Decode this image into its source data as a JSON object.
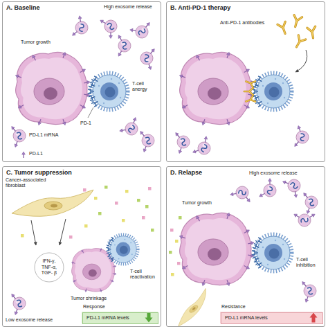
{
  "diagram": {
    "nodes": [
      {
        "text": [
          "A. Baseline"
        ]
      },
      {
        "text": [
          "B. Anti-PD-1 therapy"
        ]
      },
      {
        "text": [
          "C. Tumor suppression"
        ]
      },
      {
        "text": [
          "IFN-γ, TNF-α, TGF- β"
        ],
        "in": 2
      },
      {
        "text": [
          "PD-L1 mRNA levels"
        ],
        "in": 2
      },
      {
        "text": [
          "D. Relapse"
        ]
      },
      {
        "text": [
          "PD-L1 mRNA levels"
        ],
        "in": 5
      }
    ],
    "labels": [
      "High exosome release",
      "Tumor growth",
      "T-cell anergy",
      "PD-1",
      "PD-L1 mRNA",
      "PD-L1",
      "Anti-PD-1 antibodies",
      "Cancer-associated fibroblast",
      "T-cell reactivation",
      "Tumor shrinkage",
      "Low exosome release",
      "Response",
      "High exosome release",
      "Tumor growth",
      "T-cell inhibition",
      "Resistance"
    ]
  }
}
